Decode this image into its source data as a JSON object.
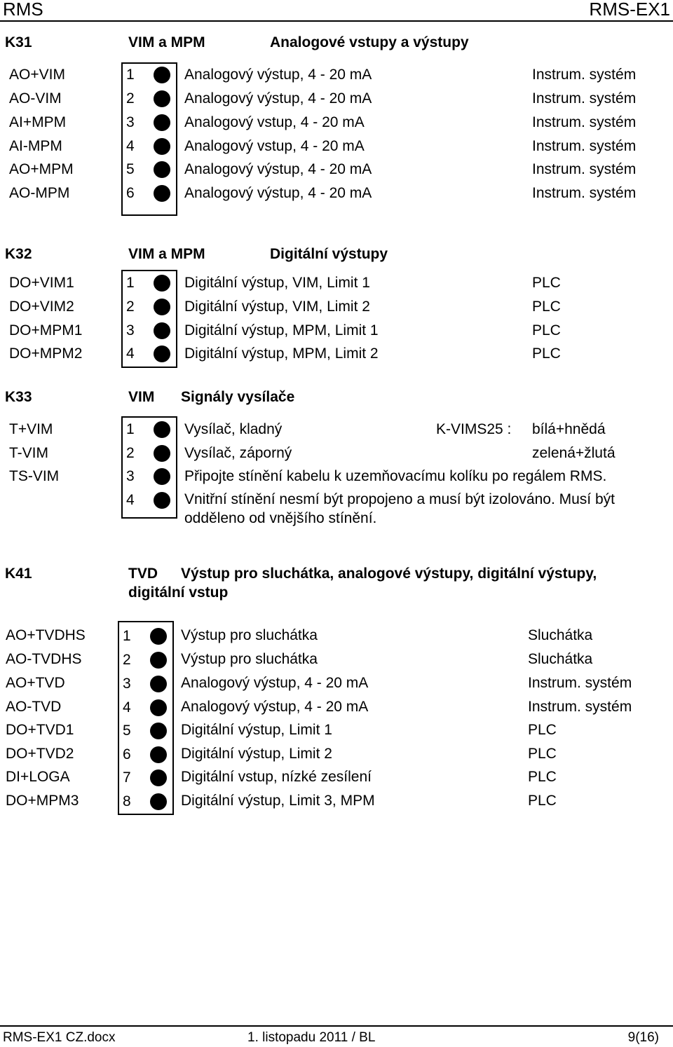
{
  "header": {
    "left": "RMS",
    "right": "RMS-EX1"
  },
  "sections": {
    "k31": {
      "code": "K31",
      "unit": "VIM a MPM",
      "title": "Analogové vstupy a výstupy",
      "rows": [
        {
          "signal": "AO+VIM",
          "pin": "1",
          "desc": "Analogový výstup, 4 - 20 mA",
          "target": "Instrum. systém"
        },
        {
          "signal": "AO-VIM",
          "pin": "2",
          "desc": "Analogový výstup, 4 - 20 mA",
          "target": "Instrum. systém"
        },
        {
          "signal": "AI+MPM",
          "pin": "3",
          "desc": "Analogový vstup, 4 - 20 mA",
          "target": "Instrum. systém"
        },
        {
          "signal": "AI-MPM",
          "pin": "4",
          "desc": "Analogový vstup, 4 - 20 mA",
          "target": "Instrum. systém"
        },
        {
          "signal": "AO+MPM",
          "pin": "5",
          "desc": "Analogový výstup, 4 - 20 mA",
          "target": "Instrum. systém"
        },
        {
          "signal": "AO-MPM",
          "pin": "6",
          "desc": "Analogový výstup, 4 - 20 mA",
          "target": "Instrum. systém"
        }
      ]
    },
    "k32": {
      "code": "K32",
      "unit": "VIM a MPM",
      "title": "Digitální výstupy",
      "rows": [
        {
          "signal": "DO+VIM1",
          "pin": "1",
          "desc": "Digitální výstup, VIM, Limit 1",
          "target": "PLC"
        },
        {
          "signal": "DO+VIM2",
          "pin": "2",
          "desc": "Digitální výstup, VIM, Limit 2",
          "target": "PLC"
        },
        {
          "signal": "DO+MPM1",
          "pin": "3",
          "desc": "Digitální výstup, MPM, Limit 1",
          "target": "PLC"
        },
        {
          "signal": "DO+MPM2",
          "pin": "4",
          "desc": "Digitální výstup, MPM, Limit 2",
          "target": "PLC"
        }
      ]
    },
    "k33": {
      "code": "K33",
      "unit": "VIM",
      "title": "Signály vysílače",
      "rows": [
        {
          "signal": "T+VIM",
          "pin": "1",
          "desc": "Vysílač, kladný",
          "cable": "K-VIMS25 :",
          "target": "bílá+hnědá"
        },
        {
          "signal": "T-VIM",
          "pin": "2",
          "desc": "Vysílač, záporný",
          "target": "zelená+žlutá"
        },
        {
          "signal": "TS-VIM",
          "pin": "3",
          "desc": "Připojte stínění kabelu k uzemňovacímu kolíku po regálem RMS."
        },
        {
          "signal": "",
          "pin": "4",
          "desc": "Vnitřní stínění nesmí být propojeno a musí být izolováno. Musí být odděleno od vnějšího stínění."
        }
      ]
    },
    "k41": {
      "code": "K41",
      "unit": "TVD",
      "title": "Výstup pro sluchátka, analogové výstupy, digitální výstupy,",
      "title2": "digitální vstup",
      "rows": [
        {
          "signal": "AO+TVDHS",
          "pin": "1",
          "desc": "Výstup pro sluchátka",
          "target": "Sluchátka"
        },
        {
          "signal": "AO-TVDHS",
          "pin": "2",
          "desc": "Výstup pro sluchátka",
          "target": "Sluchátka"
        },
        {
          "signal": "AO+TVD",
          "pin": "3",
          "desc": "Analogový výstup, 4 - 20 mA",
          "target": "Instrum. systém"
        },
        {
          "signal": "AO-TVD",
          "pin": "4",
          "desc": "Analogový výstup, 4 - 20 mA",
          "target": "Instrum. systém"
        },
        {
          "signal": "DO+TVD1",
          "pin": "5",
          "desc": "Digitální výstup, Limit 1",
          "target": "PLC"
        },
        {
          "signal": "DO+TVD2",
          "pin": "6",
          "desc": "Digitální výstup, Limit 2",
          "target": "PLC"
        },
        {
          "signal": "DI+LOGA",
          "pin": "7",
          "desc": "Digitální vstup, nízké zesílení",
          "target": "PLC"
        },
        {
          "signal": "DO+MPM3",
          "pin": "8",
          "desc": "Digitální výstup, Limit 3, MPM",
          "target": "PLC"
        }
      ]
    }
  },
  "footer": {
    "file": "RMS-EX1 CZ.docx",
    "date": "1. listopadu 2011 / BL",
    "page": "9(16)"
  }
}
